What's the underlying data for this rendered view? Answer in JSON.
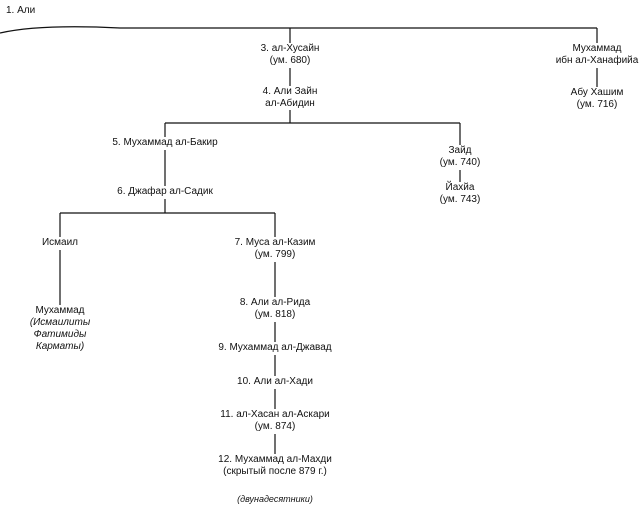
{
  "nodes": {
    "ali": [
      "1. Али"
    ],
    "husayn": [
      "3. ал-Хусайн",
      "(ум. 680)"
    ],
    "hanafiya": [
      "Мухаммад",
      "ибн ал-Ханафийа"
    ],
    "abu_hashim": [
      "Абу Хашим",
      "(ум. 716)"
    ],
    "zayn": [
      "4. Али Зайн",
      "ал-Абидин"
    ],
    "baqir": [
      "5. Мухаммад ал-Бакир"
    ],
    "zayd": [
      "Зайд",
      "(ум. 740)"
    ],
    "yahya": [
      "Йахйа",
      "(ум. 743)"
    ],
    "jafar": [
      "6. Джафар ал-Садик"
    ],
    "ismail": [
      "Исмаил"
    ],
    "musa": [
      "7. Муса ал-Казим",
      "(ум. 799)"
    ],
    "muhammad_ismail": [
      "Мухаммад",
      "(Исмаилиты",
      "Фатимиды",
      "Карматы)"
    ],
    "rida": [
      "8. Али ал-Рида",
      "(ум. 818)"
    ],
    "jawad": [
      "9. Мухаммад ал-Джавад"
    ],
    "hadi": [
      "10. Али ал-Хади"
    ],
    "askari": [
      "11. ал-Хасан ал-Аскари",
      "(ум. 874)"
    ],
    "mahdi": [
      "12. Мухаммад ал-Махди",
      "(скрытый после 879 г.)"
    ],
    "twelvers": [
      "(двунадесятники)"
    ]
  }
}
